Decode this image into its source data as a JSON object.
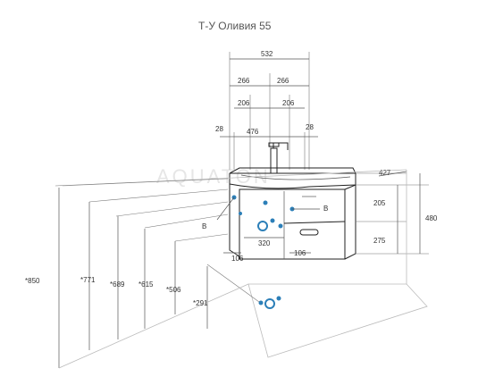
{
  "title": "Т-У Оливия 55",
  "watermark": "AQUATON",
  "dimensions": {
    "overall_width": "532",
    "half_left": "266",
    "half_right": "266",
    "inner_left": "206",
    "inner_right": "206",
    "basin_width": "476",
    "side_left": "28",
    "side_right": "28",
    "depth": "427",
    "top_drawer": "205",
    "height": "480",
    "bottom_drawer": "275",
    "outlet_spacing": "320",
    "left_offset": "106",
    "right_offset": "106",
    "h_850": "*850",
    "h_771": "*771",
    "h_689": "*689",
    "h_615": "*615",
    "h_506": "*506",
    "h_291": "*291"
  },
  "labels": {
    "b_left": "B",
    "b_right": "B"
  },
  "colors": {
    "connector": "#2c7fb8",
    "line": "#222222"
  }
}
